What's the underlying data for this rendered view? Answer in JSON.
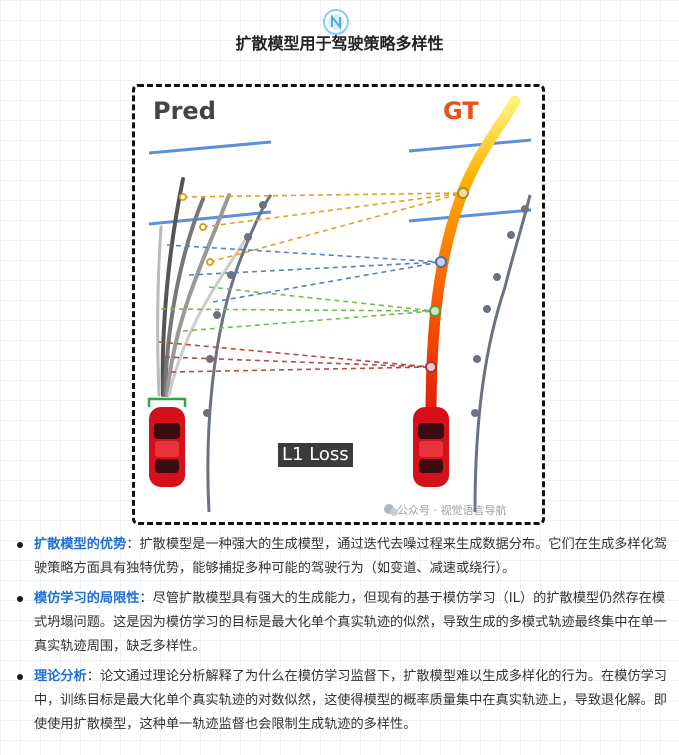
{
  "title": "扩散模型用于驾驶策略多样性",
  "logo": {
    "icon": "circular-logo-icon",
    "color": "#8ecbf0"
  },
  "figure": {
    "pred_label": "Pred",
    "gt_label": "GT",
    "loss_label": "L1 Loss",
    "watermark": "公众号 · 视觉语言导航",
    "colors": {
      "lane_blue": "#5b8fd9",
      "road_gray": "#6b7280",
      "car_red": "#d4101b",
      "gt_yellow": "#ffd400",
      "gt_orange": "#ff5a00",
      "match_yellow": "#d9a520",
      "match_blue": "#5b7fbf",
      "match_green": "#7ab852",
      "match_red": "#b84a4a"
    }
  },
  "bullets": [
    {
      "head": "扩散模型的优势",
      "sep": "：",
      "text": "扩散模型是一种强大的生成模型，通过迭代去噪过程来生成数据分布。它们在生成多样化驾驶策略方面具有独特优势，能够捕捉多种可能的驾驶行为（如变道、减速或绕行）。"
    },
    {
      "head": "模仿学习的局限性",
      "sep": "：",
      "text": "尽管扩散模型具有强大的生成能力，但现有的基于模仿学习（IL）的扩散模型仍然存在模式坍塌问题。这是因为模仿学习的目标是最大化单个真实轨迹的似然，导致生成的多模式轨迹最终集中在单一真实轨迹周围，缺乏多样性。"
    },
    {
      "head": "理论分析",
      "sep": "：",
      "text": "论文通过理论分析解释了为什么在模仿学习监督下，扩散模型难以生成多样化的行为。在模仿学习中，训练目标是最大化单个真实轨迹的对数似然，这使得模型的概率质量集中在真实轨迹上，导致退化解。即使使用扩散模型，这种单一轨迹监督也会限制生成轨迹的多样性。"
    }
  ]
}
